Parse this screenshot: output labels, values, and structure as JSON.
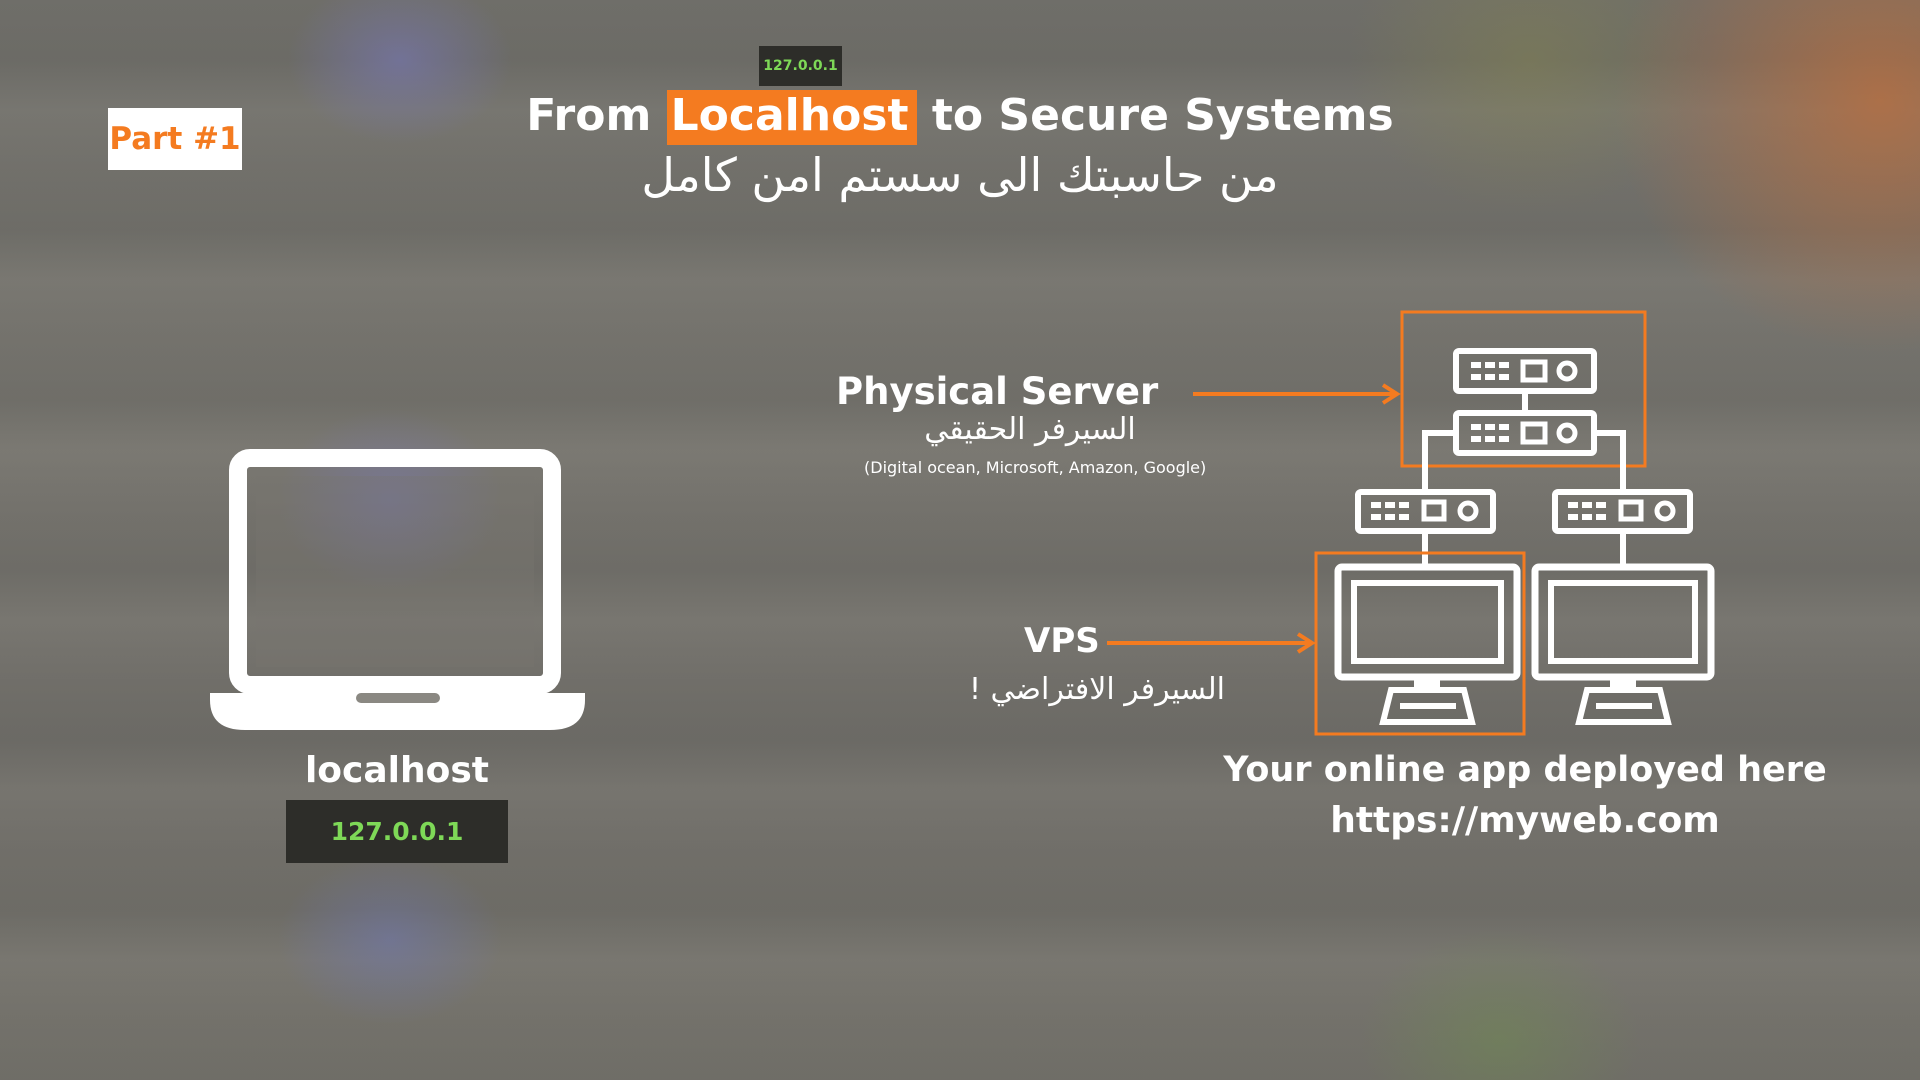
{
  "badge": {
    "part_label": "Part #1"
  },
  "header": {
    "ip_tag": "127.0.0.1",
    "title_prefix": "From ",
    "title_highlight": "Localhost",
    "title_suffix": " to Secure Systems",
    "subtitle_arabic": "من حاسبتك الى سستم امن كامل"
  },
  "local": {
    "label": "localhost",
    "ip": "127.0.0.1"
  },
  "physical_server": {
    "label": "Physical Server",
    "arabic": "السيرفر الحقيقي",
    "providers": "(Digital ocean, Microsoft, Amazon, Google)"
  },
  "vps": {
    "label": "VPS",
    "arabic": "السيرفر الافتراضي !"
  },
  "deployment": {
    "label": "Your online app deployed here",
    "url": "https://myweb.com"
  },
  "colors": {
    "accent": "#f47b20",
    "ip_green": "#7ed957",
    "dark_tag": "#2d2d29",
    "white": "#ffffff"
  },
  "icons": [
    "laptop-icon",
    "server-rack-icon",
    "server-unit-icon",
    "monitor-icon",
    "arrow-right-icon"
  ]
}
